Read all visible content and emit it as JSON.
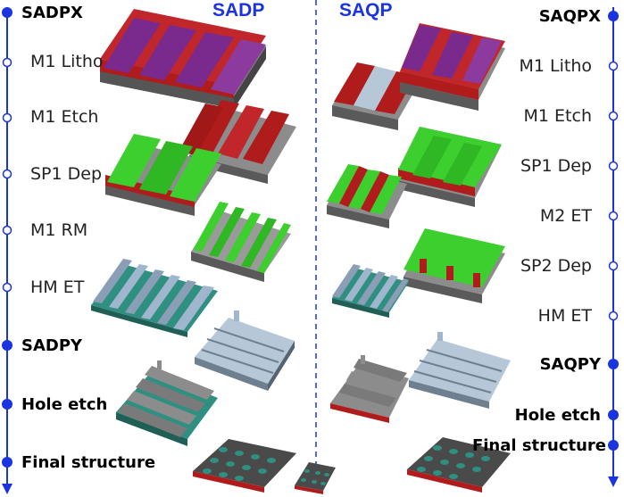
{
  "titles": {
    "left": "SADP",
    "right": "SAQP"
  },
  "sadp_steps": [
    "SADPX",
    "M1 Litho",
    "M1 Etch",
    "SP1 Dep",
    "M1 RM",
    "HM ET",
    "SADPY",
    "Hole etch",
    "Final structure"
  ],
  "saqp_steps": [
    "SAQPX",
    "M1 Litho",
    "M1 Etch",
    "SP1 Dep",
    "M2 ET",
    "SP2 Dep",
    "HM ET",
    "SAQPY",
    "Hole etch",
    "Final structure"
  ],
  "colors": {
    "timeline": "#1a35e0",
    "title": "#1a35e0",
    "resist": "#7a2a8c",
    "mandrel": "#b01c1c",
    "spacer": "#3ccf2e",
    "hardmask": "#9fb6cc",
    "substrate_gray": "#8c8c8c",
    "teal_layer": "#2f8f80"
  }
}
